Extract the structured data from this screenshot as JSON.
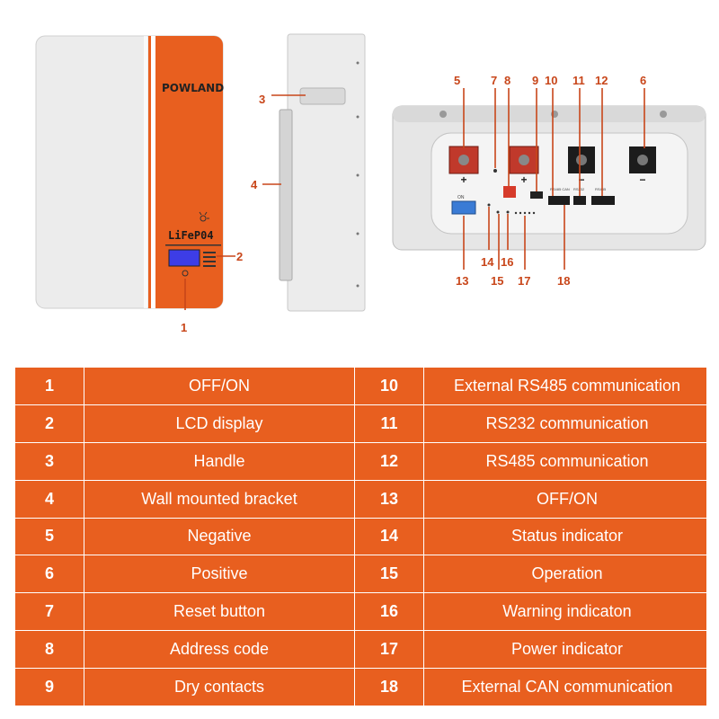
{
  "brand": "POWLAND",
  "chemistry": "LiFeP04",
  "callouts": [
    "1",
    "2",
    "3",
    "4",
    "5",
    "6",
    "7",
    "8",
    "9",
    "10",
    "11",
    "12",
    "13",
    "14",
    "15",
    "16",
    "17",
    "18"
  ],
  "panel_marks": {
    "plus": "+",
    "minus": "−",
    "on": "ON",
    "port_labels": [
      "RS485 CAN",
      "RS232",
      "RS485"
    ]
  },
  "legend": [
    {
      "num": "1",
      "label": "OFF/ON"
    },
    {
      "num": "2",
      "label": "LCD display"
    },
    {
      "num": "3",
      "label": "Handle"
    },
    {
      "num": "4",
      "label": "Wall mounted bracket"
    },
    {
      "num": "5",
      "label": "Negative"
    },
    {
      "num": "6",
      "label": "Positive"
    },
    {
      "num": "7",
      "label": "Reset button"
    },
    {
      "num": "8",
      "label": "Address code"
    },
    {
      "num": "9",
      "label": "Dry contacts"
    },
    {
      "num": "10",
      "label": "External RS485 communication"
    },
    {
      "num": "11",
      "label": "RS232 communication"
    },
    {
      "num": "12",
      "label": "RS485 communication"
    },
    {
      "num": "13",
      "label": "OFF/ON"
    },
    {
      "num": "14",
      "label": "Status indicator"
    },
    {
      "num": "15",
      "label": "Operation"
    },
    {
      "num": "16",
      "label": "Warning indicaton"
    },
    {
      "num": "17",
      "label": "Power indicator"
    },
    {
      "num": "18",
      "label": "External CAN communication"
    }
  ],
  "colors": {
    "accent": "#e85f1f",
    "callout": "#c8461a",
    "body": "#ececec"
  }
}
